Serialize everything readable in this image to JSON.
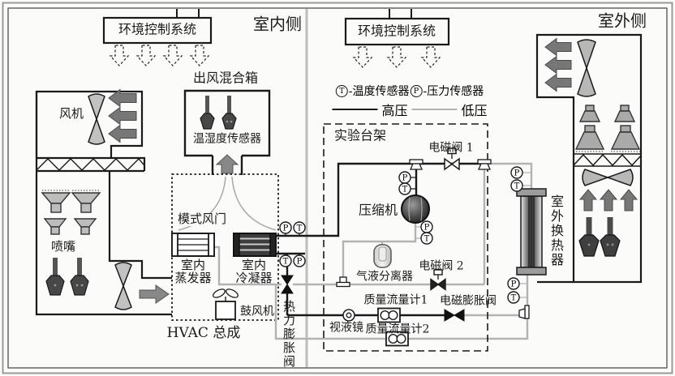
{
  "sides": {
    "indoor": "室内侧",
    "outdoor": "室外侧"
  },
  "ecs": {
    "label": "环境控制系统"
  },
  "legend": {
    "t": "T",
    "p": "P",
    "t_label": "-温度传感器",
    "p_label": "-压力传感器",
    "high": "高压",
    "low": "低压",
    "high_color": "#1a1a1a",
    "low_color": "#b3b3b3"
  },
  "indoor": {
    "fan": "风机",
    "nozzle": "喷嘴",
    "mix_box": "出风混合箱",
    "th_sensor": "温湿度传感器",
    "mode_damper": "模式风门",
    "evaporator_l1": "室内",
    "evaporator_l2": "蒸发器",
    "condenser_l1": "室内",
    "condenser_l2": "冷凝器",
    "blower": "鼓风机",
    "hvac": "HVAC 总成",
    "txv": "热力膨胀阀"
  },
  "bench": {
    "label": "实验台架",
    "sv1": "电磁阀 1",
    "compressor": "压缩机",
    "separator": "气液分离器",
    "sv2": "电磁阀 2",
    "mfm1": "质量流量计1",
    "eev": "电磁膨胀阀",
    "sight_glass": "视液镜",
    "mfm2": "质量流量计2"
  },
  "outdoor": {
    "hx": "室外换热器"
  },
  "sensors": {
    "p": "P",
    "t": "T"
  },
  "icons": {
    "fan": "fan-icon",
    "nozzle": "nozzle-icon",
    "probe": "probe-sensor-icon",
    "filter": "zigzag-filter-icon",
    "valve": "valve-icon",
    "solenoid_valve": "solenoid-valve-icon",
    "expansion_valve": "expansion-valve-icon",
    "compressor": "compressor-icon",
    "separator": "separator-icon",
    "heat_exchanger": "heat-exchanger-icon",
    "mass_flow_meter": "mass-flow-meter-icon",
    "sight_glass": "sight-glass-icon",
    "service_port": "service-port-icon",
    "arrow": "flow-arrow-icon"
  }
}
